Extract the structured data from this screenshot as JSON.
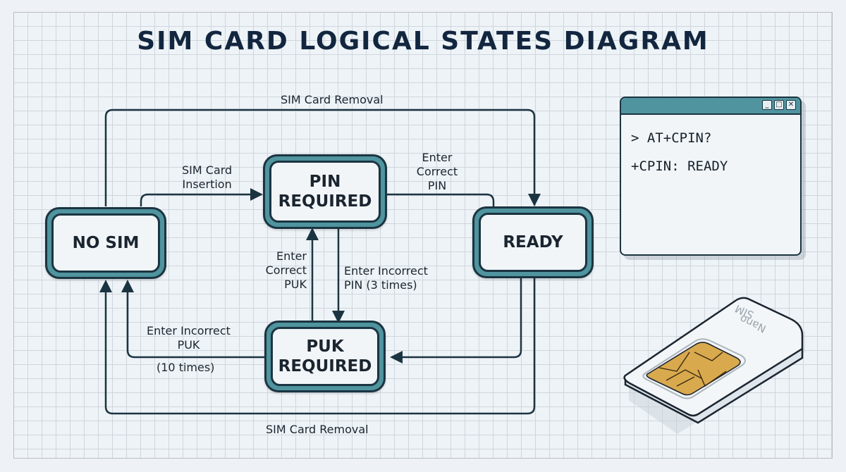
{
  "title": "SIM CARD LOGICAL STATES DIAGRAM",
  "states": {
    "no_sim": "NO SIM",
    "pin_required": "PIN\nREQUIRED",
    "ready": "READY",
    "puk_required": "PUK\nREQUIRED"
  },
  "transitions": {
    "removal_top": "SIM Card Removal",
    "insertion": "SIM Card\nInsertion",
    "correct_pin": "Enter\nCorrect\nPIN",
    "correct_puk": "Enter\nCorrect\nPUK",
    "incorrect_pin": "Enter Incorrect\nPIN (3 times)",
    "incorrect_puk": "Enter Incorrect\nPUK",
    "incorrect_puk_count": "(10 times)",
    "removal_bottom": "SIM Card Removal"
  },
  "terminal": {
    "lines": [
      "> AT+CPIN?",
      "+CPIN: READY"
    ],
    "controls": {
      "minimize": "_",
      "maximize": "□",
      "close": "✕"
    }
  },
  "sim_card": {
    "label": "Nano\nSIM"
  },
  "colors": {
    "state_border": "#4f949e",
    "line": "#1b3441",
    "chip": "#d9a94e"
  }
}
